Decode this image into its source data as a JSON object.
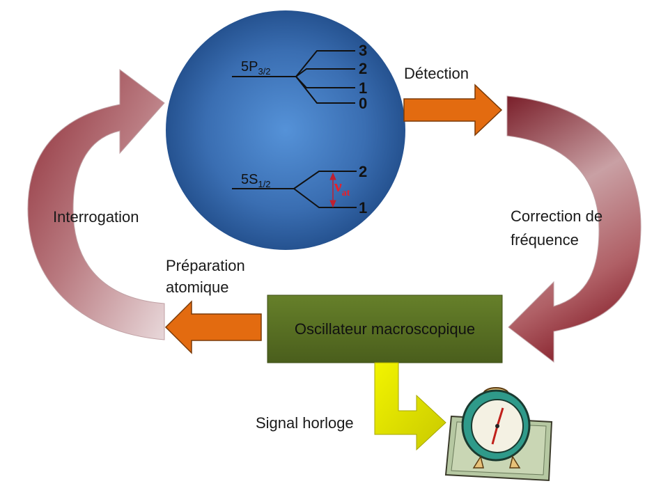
{
  "atom": {
    "excited_state": {
      "base": "5P",
      "sub": "3/2"
    },
    "ground_state": {
      "base": "5S",
      "sub": "1/2"
    },
    "excited_levels": [
      "3",
      "2",
      "1",
      "0"
    ],
    "ground_levels": [
      "2",
      "1"
    ],
    "transition": {
      "symbol": "ν",
      "sub": "at"
    }
  },
  "labels": {
    "detection": "Détection",
    "correction_line1": "Correction de",
    "correction_line2": "fréquence",
    "interrogation": "Interrogation",
    "preparation_line1": "Préparation",
    "preparation_line2": "atomique",
    "signal": "Signal horloge"
  },
  "oscillator": {
    "label": "Oscillateur macroscopique"
  },
  "colors": {
    "sphere": "#2f65a8",
    "orange_arrow": "#e36b10",
    "curved_arrow": "#8e2c36",
    "oscillator_box": "#556b22",
    "yellow_arrow": "#e3e600",
    "transition_red": "#e8202a"
  },
  "icons": [
    "alarm-clock-icon"
  ]
}
